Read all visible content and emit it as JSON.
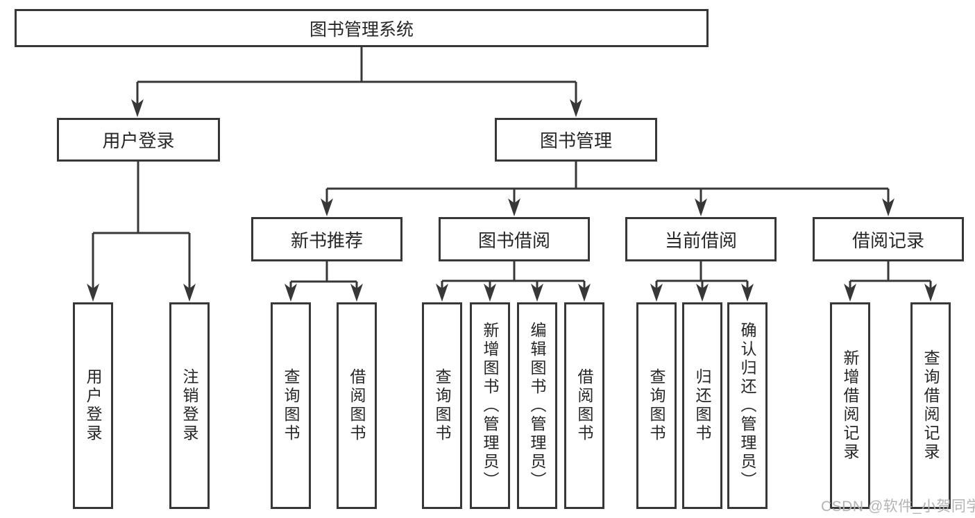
{
  "nodes": {
    "root": {
      "label": "图书管理系统"
    },
    "level2": {
      "user_login": {
        "label": "用户登录"
      },
      "book_management": {
        "label": "图书管理"
      }
    },
    "level3": {
      "new_book_recommendation": {
        "label": "新书推荐"
      },
      "book_borrowing": {
        "label": "图书借阅"
      },
      "current_borrowing": {
        "label": "当前借阅"
      },
      "borrowing_records": {
        "label": "借阅记录"
      }
    },
    "leaves": {
      "user_login": {
        "label": "用户登录"
      },
      "logout": {
        "label": "注销登录"
      },
      "recommend_query_books": {
        "label": "查询图书"
      },
      "recommend_borrow_books": {
        "label": "借阅图书"
      },
      "borrow_query_books": {
        "label": "查询图书"
      },
      "borrow_add_books": {
        "label": "新增图书（管理员）"
      },
      "borrow_edit_books": {
        "label": "编辑图书（管理员）"
      },
      "borrow_borrow_books": {
        "label": "借阅图书"
      },
      "current_query_books": {
        "label": "查询图书"
      },
      "current_return_books": {
        "label": "归还图书"
      },
      "current_confirm_return": {
        "label": "确认归还（管理员）"
      },
      "records_add_record": {
        "label": "新增借阅记录"
      },
      "records_query_record": {
        "label": "查询借阅记录"
      }
    }
  },
  "watermark": {
    "text": "CSDN @软件_小贺同学"
  },
  "colors": {
    "line": "#373737",
    "text": "#262626",
    "background": "#ffffff",
    "watermark": "#b3b3b3"
  }
}
